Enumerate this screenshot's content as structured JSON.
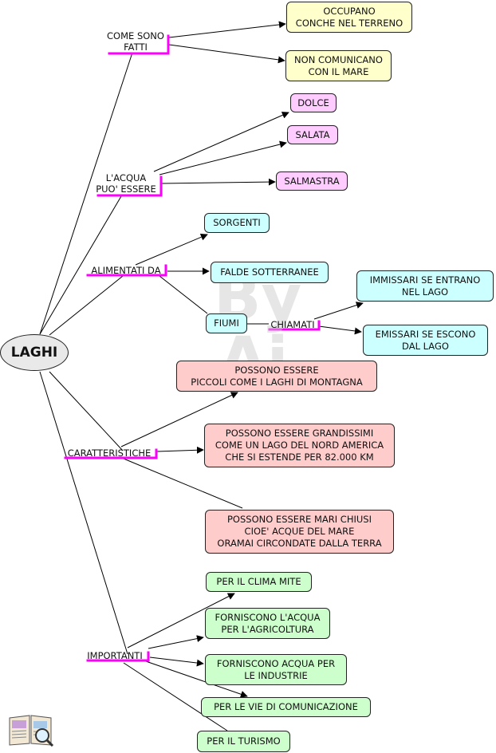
{
  "colors": {
    "yellow": "#ffffcc",
    "pink": "#ffccff",
    "cyan": "#ccffff",
    "salmon": "#ffcccc",
    "green": "#ccffcc",
    "magenta": "#ff00ff"
  },
  "root": {
    "label": "LAGHI"
  },
  "watermark": "By\nAi",
  "branches": {
    "come_sono_fatti": {
      "label": "COME SONO\nFATTI",
      "items": [
        "OCCUPANO\nCONCHE NEL TERRENO",
        "NON COMUNICANO\nCON IL MARE"
      ]
    },
    "acqua": {
      "label": "L'ACQUA\nPUO' ESSERE",
      "items": [
        "DOLCE",
        "SALATA",
        "SALMASTRA"
      ]
    },
    "alimentati": {
      "label": "ALIMENTATI DA",
      "items": [
        "SORGENTI",
        "FALDE SOTTERRANEE",
        "FIUMI"
      ],
      "chiamati": {
        "label": "CHIAMATI",
        "items": [
          "IMMISSARI SE ENTRANO\nNEL LAGO",
          "EMISSARI SE ESCONO\nDAL LAGO"
        ]
      }
    },
    "caratteristiche": {
      "label": "CARATTERISTICHE",
      "items": [
        "POSSONO ESSERE\nPICCOLI COME I LAGHI DI MONTAGNA",
        "POSSONO ESSERE GRANDISSIMI\nCOME UN LAGO DEL NORD AMERICA\nCHE SI ESTENDE PER 82.000 KM",
        "POSSONO ESSERE MARI CHIUSI\nCIOE' ACQUE DEL MARE\nORAMAI CIRCONDATE DALLA TERRA"
      ]
    },
    "importanti": {
      "label": "IMPORTANTI",
      "items": [
        "PER IL CLIMA MITE",
        "FORNISCONO L'ACQUA\nPER L'AGRICOLTURA",
        "FORNISCONO ACQUA PER\nLE INDUSTRIE",
        "PER LE VIE DI COMUNICAZIONE",
        "PER IL TURISMO"
      ]
    }
  },
  "icons": {
    "corner": "book-magnifier-icon"
  }
}
